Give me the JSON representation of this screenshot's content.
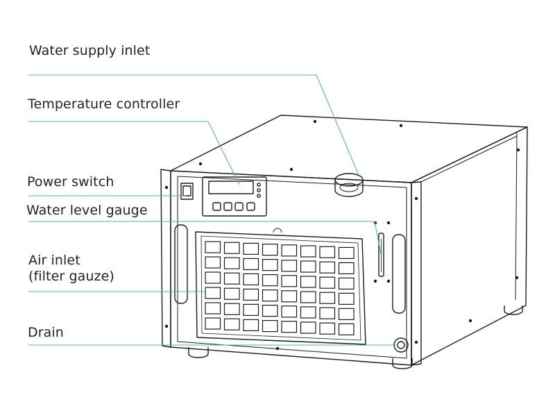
{
  "labels": {
    "water_supply_inlet": "Water supply inlet",
    "temperature_controller": "Temperature controller",
    "power_switch": "Power switch",
    "water_level_gauge": "Water level gauge",
    "air_inlet_line1": "Air inlet",
    "air_inlet_line2": "(filter gauze)",
    "drain": "Drain"
  },
  "colors": {
    "leader_line": "#5aa9c9",
    "outline": "#1a1a1a",
    "background": "#ffffff"
  }
}
